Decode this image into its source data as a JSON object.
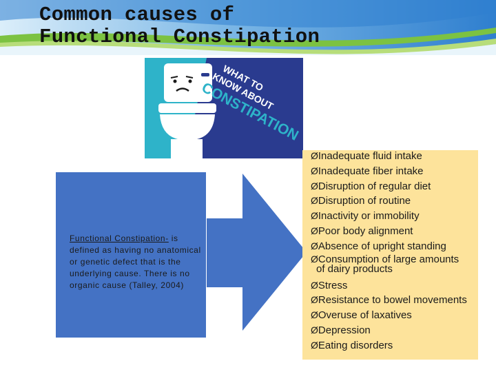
{
  "slide": {
    "title_line1": "Common causes of",
    "title_line2": "Functional Constipation"
  },
  "image": {
    "caption": "WHAT TO KNOW ABOUT CONSTIPATION",
    "caption_line1": "WHAT TO",
    "caption_line2": "KNOW ABOUT",
    "caption_line3": "CONSTIPATION"
  },
  "note": {
    "term": "Functional Constipation-",
    "definition": " is defined as having no anatomical or genetic defect that is the underlying cause.  There is no organic cause (Talley, 2004)"
  },
  "bullet_marker": "Ø",
  "causes": [
    {
      "text": "Inadequate fluid intake"
    },
    {
      "text": "Inadequate fiber intake"
    },
    {
      "text": "Disruption of regular diet"
    },
    {
      "text": "Disruption of routine"
    },
    {
      "text": "Inactivity or immobility"
    },
    {
      "text": "Poor body alignment"
    },
    {
      "text": "Absence of upright standing"
    },
    {
      "text": "Consumption of large amounts",
      "cont": "of dairy products"
    },
    {
      "text": "Stress"
    },
    {
      "text": "Resistance to bowel movements"
    },
    {
      "text": "Overuse of laxatives"
    },
    {
      "text": "Depression"
    },
    {
      "text": "Eating disorders"
    }
  ],
  "colors": {
    "banner_blue": "#2f7fcf",
    "banner_green": "#7cc242",
    "box_blue": "#4472c4",
    "list_yellow": "#fde39b",
    "image_navy": "#2a3b8f",
    "image_teal": "#2eb3c9"
  }
}
